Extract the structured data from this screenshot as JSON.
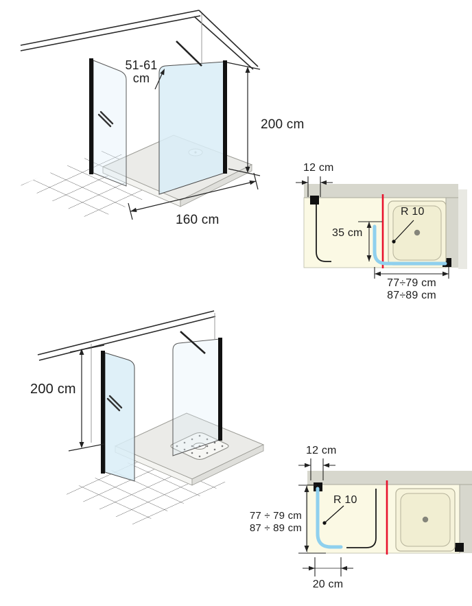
{
  "colors": {
    "accent_red": "#e8112d",
    "accent_blue": "#8fd0ee",
    "glass": "#d9edf7",
    "floor_cream": "#fbf9e4",
    "wall_grey": "#d7d7cd"
  },
  "top_diagram": {
    "iso": {
      "gap_width_label": "51-61\ncm",
      "height_label": "200 cm",
      "width_label": "160 cm"
    },
    "plan": {
      "wall_offset_label": "12 cm",
      "depth_label": "35 cm",
      "radius_label": "R 10",
      "tray_range_label": "77÷79 cm",
      "overall_range_label": "87÷89 cm"
    }
  },
  "bottom_diagram": {
    "iso": {
      "height_label": "200 cm"
    },
    "plan": {
      "wall_offset_label": "12 cm",
      "radius_label": "R 10",
      "tray_range_label": "77 ÷ 79 cm",
      "overall_range_label": "87 ÷ 89 cm",
      "curtain_return_label": "20 cm"
    }
  }
}
